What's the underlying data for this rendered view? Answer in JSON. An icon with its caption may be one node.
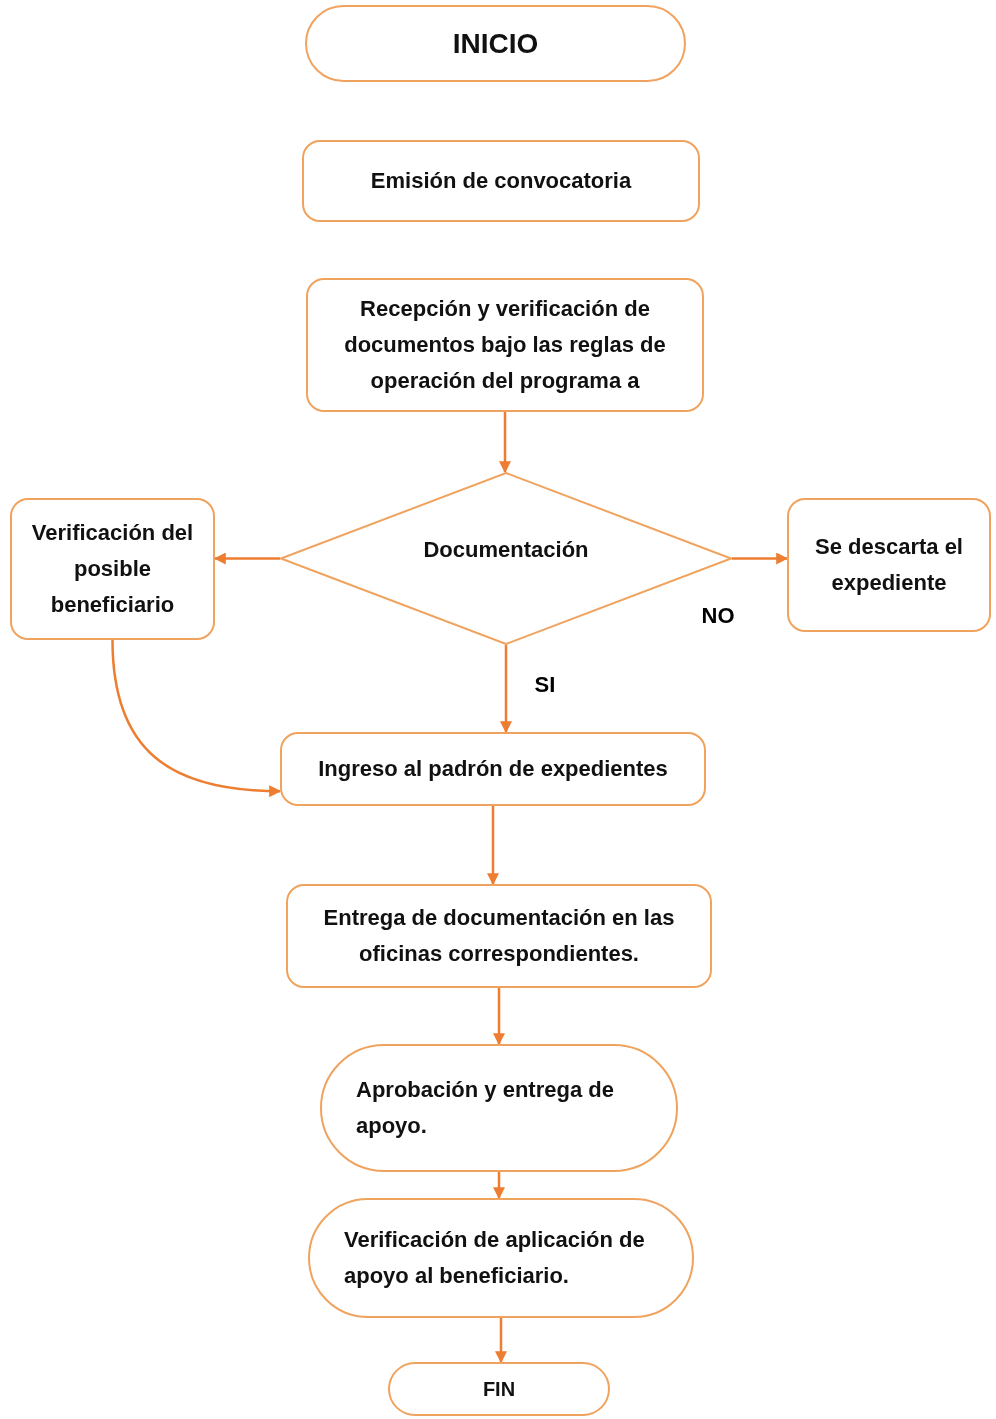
{
  "diagram": {
    "nodes": [
      {
        "text": [
          "INICIO"
        ]
      },
      {
        "text": [
          "Emisión de convocatoria"
        ]
      },
      {
        "text": [
          "Recepción y verificación de documentos bajo las reglas de operación del programa a"
        ]
      },
      {
        "text": [
          "Documentación"
        ]
      },
      {
        "text": [
          "Verificación del posible beneficiario"
        ]
      },
      {
        "text": [
          "Se descarta el expediente"
        ]
      },
      {
        "text": [
          "Ingreso al padrón de expedientes"
        ]
      },
      {
        "text": [
          "Entrega de documentación en las oficinas correspondientes."
        ]
      },
      {
        "text": [
          "Aprobación y entrega de apoyo."
        ]
      },
      {
        "text": [
          "Verificación de aplicación de apoyo al beneficiario."
        ]
      },
      {
        "text": [
          "FIN"
        ]
      }
    ],
    "edges": [
      {
        "from": 2,
        "to": 3,
        "arrow": "to"
      },
      {
        "from": 3,
        "to": 4,
        "arrow": "to"
      },
      {
        "from": 3,
        "to": 5,
        "arrow": "to",
        "label": "NO"
      },
      {
        "from": 3,
        "to": 6,
        "arrow": "to",
        "label": "SI"
      },
      {
        "from": 4,
        "to": 6,
        "arrow": "to"
      },
      {
        "from": 6,
        "to": 7,
        "arrow": "to"
      },
      {
        "from": 7,
        "to": 8,
        "arrow": "to"
      },
      {
        "from": 8,
        "to": 9,
        "arrow": "to"
      },
      {
        "from": 9,
        "to": 10,
        "arrow": "to"
      }
    ]
  }
}
